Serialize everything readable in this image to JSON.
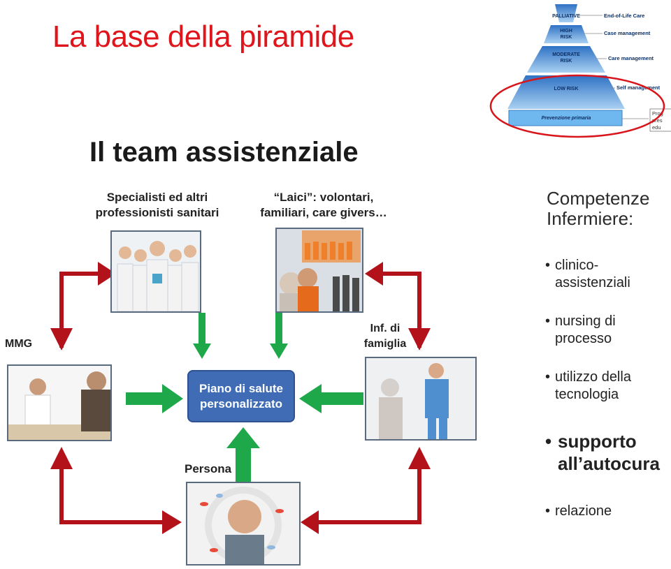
{
  "title": "La base della piramide",
  "subtitle": "Il team assistenziale",
  "pyramid": {
    "levels": [
      "PALLIATIVE",
      "HIGH RISK",
      "MODERATE RISK",
      "LOW RISK"
    ],
    "base": "Prevenzione primaria",
    "callouts": [
      "End-of-Life Care",
      "Case management",
      "Care management",
      "Self management"
    ],
    "side_text": [
      "Prog",
      "pres",
      "edu"
    ]
  },
  "groups": {
    "specialists_line1": "Specialisti ed altri",
    "specialists_line2": "professionisti sanitari",
    "laici_line1": "“Laici”: volontari,",
    "laici_line2": "familiari, care givers…"
  },
  "labels": {
    "mmg": "MMG",
    "inf_line1": "Inf. di",
    "inf_line2": "famiglia",
    "persona": "Persona",
    "center_line1": "Piano di salute",
    "center_line2": "personalizzato"
  },
  "competenze": {
    "title_line1": "Competenze",
    "title_line2": "Infermiere:",
    "items": [
      {
        "line1": "clinico-",
        "line2": "assistenziali"
      },
      {
        "line1": "nursing di",
        "line2": "processo"
      },
      {
        "line1": "utilizzo della",
        "line2": "tecnologia"
      },
      {
        "line1": "supporto",
        "line2": "all’autocura"
      },
      {
        "line1": "relazione",
        "line2": ""
      }
    ],
    "bullet": "•"
  },
  "colors": {
    "title_red": "#e0151b",
    "arrow_red": "#b3121a",
    "arrow_green": "#1fa84a",
    "box_blue": "#3f6cb5",
    "pyramid_blue": "#5f9fd8"
  },
  "icons": [
    "team-photo",
    "volunteers-photo",
    "doctor-patient-photo",
    "nurse-photo",
    "elderly-man-photo"
  ]
}
